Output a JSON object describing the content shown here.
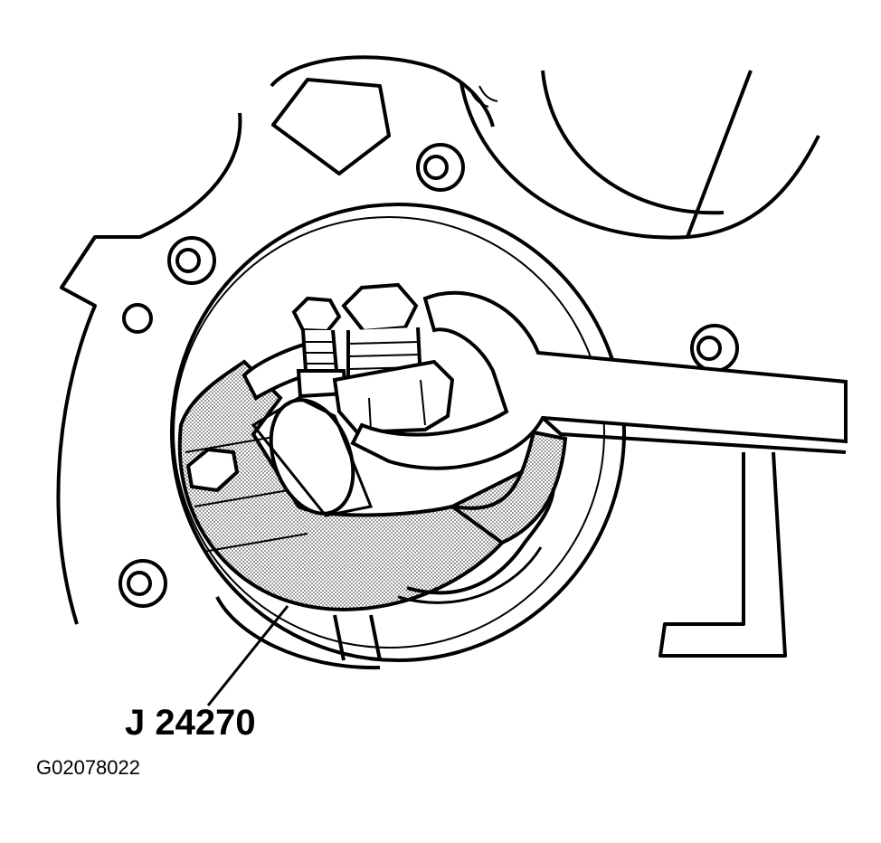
{
  "callout": {
    "label": "J 24270"
  },
  "figure": {
    "id": "G02078022"
  },
  "colors": {
    "line": "#000000",
    "background": "#ffffff",
    "tool_shade": "#b8b8b8"
  },
  "icons": [
    "engine-block",
    "crankshaft-balancer",
    "bolt",
    "open-end-wrench",
    "puller-tool"
  ]
}
